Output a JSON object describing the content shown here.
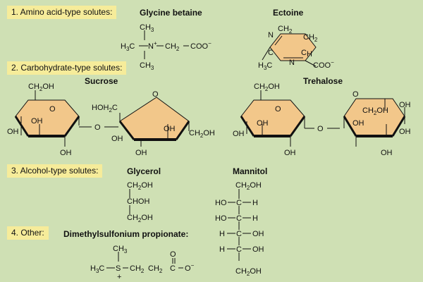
{
  "categories": [
    "1. Amino acid-type solutes:",
    "2. Carbohydrate-type solutes:",
    "3. Alcohol-type solutes:",
    "4. Other:"
  ],
  "compounds": {
    "glycine_betaine": "Glycine betaine",
    "ectoine": "Ectoine",
    "sucrose": "Sucrose",
    "trehalose": "Trehalose",
    "glycerol": "Glycerol",
    "mannitol": "Mannitol",
    "dmsp": "Dimethylsulfonium propionate:"
  },
  "labels": {
    "oh": "OH",
    "o": "O",
    "ch2oh": "CH₂OH",
    "hoh2c": "HOH₂C",
    "ch2oh_sub": "CH₂OH",
    "choh": "CHOH",
    "h": "H",
    "ho": "HO"
  },
  "colors": {
    "background": "#cfe0b4",
    "category_box": "#f6ec9a",
    "ring_fill": "#f2c78a"
  }
}
